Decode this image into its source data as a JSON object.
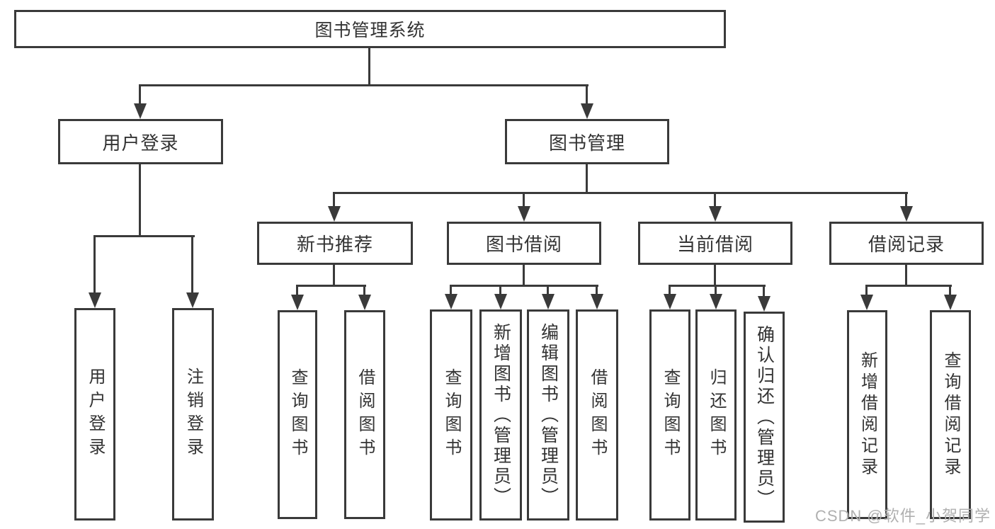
{
  "diagram": {
    "root": {
      "id": "library-system",
      "label": "图书管理系统"
    },
    "level2": [
      {
        "id": "user-login",
        "label": "用户登录"
      },
      {
        "id": "book-management",
        "label": "图书管理"
      }
    ],
    "level3": [
      {
        "id": "new-book-recommend",
        "label": "新书推荐"
      },
      {
        "id": "book-borrow",
        "label": "图书借阅"
      },
      {
        "id": "current-borrow",
        "label": "当前借阅"
      },
      {
        "id": "borrow-records",
        "label": "借阅记录"
      }
    ],
    "leaves": {
      "user_login": [
        "用户登录",
        "注销登录"
      ],
      "new_book_recommend": [
        "查询图书",
        "借阅图书"
      ],
      "book_borrow": [
        "查询图书",
        "新增图书（管理员）",
        "编辑图书（管理员）",
        "借阅图书"
      ],
      "current_borrow": [
        "查询图书",
        "归还图书",
        "确认归还（管理员）"
      ],
      "borrow_records": [
        "新增借阅记录",
        "查询借阅记录"
      ]
    },
    "edges": [
      {
        "from": "图书管理系统",
        "to": "用户登录"
      },
      {
        "from": "图书管理系统",
        "to": "图书管理"
      },
      {
        "from": "用户登录",
        "to": "用户登录"
      },
      {
        "from": "用户登录",
        "to": "注销登录"
      },
      {
        "from": "图书管理",
        "to": "新书推荐"
      },
      {
        "from": "图书管理",
        "to": "图书借阅"
      },
      {
        "from": "图书管理",
        "to": "当前借阅"
      },
      {
        "from": "图书管理",
        "to": "借阅记录"
      },
      {
        "from": "新书推荐",
        "to": "查询图书"
      },
      {
        "from": "新书推荐",
        "to": "借阅图书"
      },
      {
        "from": "图书借阅",
        "to": "查询图书"
      },
      {
        "from": "图书借阅",
        "to": "新增图书（管理员）"
      },
      {
        "from": "图书借阅",
        "to": "编辑图书（管理员）"
      },
      {
        "from": "图书借阅",
        "to": "借阅图书"
      },
      {
        "from": "当前借阅",
        "to": "查询图书"
      },
      {
        "from": "当前借阅",
        "to": "归还图书"
      },
      {
        "from": "当前借阅",
        "to": "确认归还（管理员）"
      },
      {
        "from": "借阅记录",
        "to": "新增借阅记录"
      },
      {
        "from": "借阅记录",
        "to": "查询借阅记录"
      }
    ]
  },
  "watermark": "CSDN @软件_小贺同学",
  "colors": {
    "line": "#3a3a3a",
    "text": "#333333",
    "watermark": "#b0b0b0",
    "background": "#ffffff"
  }
}
